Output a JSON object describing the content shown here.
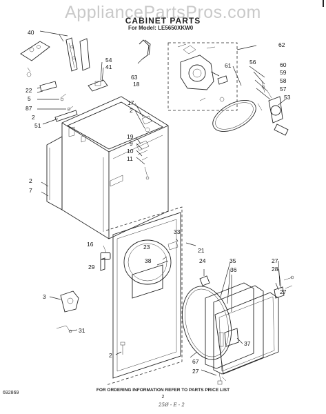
{
  "watermark": "AppliancePartsPros.com",
  "header": {
    "title": "CABINET PARTS",
    "model": "For Model: LE5650XKW0"
  },
  "callouts": [
    "40",
    "54",
    "41",
    "63",
    "18",
    "62",
    "61",
    "56",
    "60",
    "59",
    "58",
    "57",
    "53",
    "22",
    "5",
    "87",
    "2",
    "51",
    "17",
    "2",
    "19",
    "9",
    "10",
    "11",
    "2",
    "7",
    "33",
    "21",
    "16",
    "23",
    "38",
    "24",
    "29",
    "27",
    "28",
    "35",
    "36",
    "3",
    "31",
    "27",
    "2",
    "67",
    "37",
    "27"
  ],
  "footer": {
    "ordering_note": "FOR ORDERING INFORMATION REFER TO PARTS PRICE LIST",
    "page_number": "2",
    "doc_code": "692869",
    "handwritten": "25Ø - E - 2"
  }
}
